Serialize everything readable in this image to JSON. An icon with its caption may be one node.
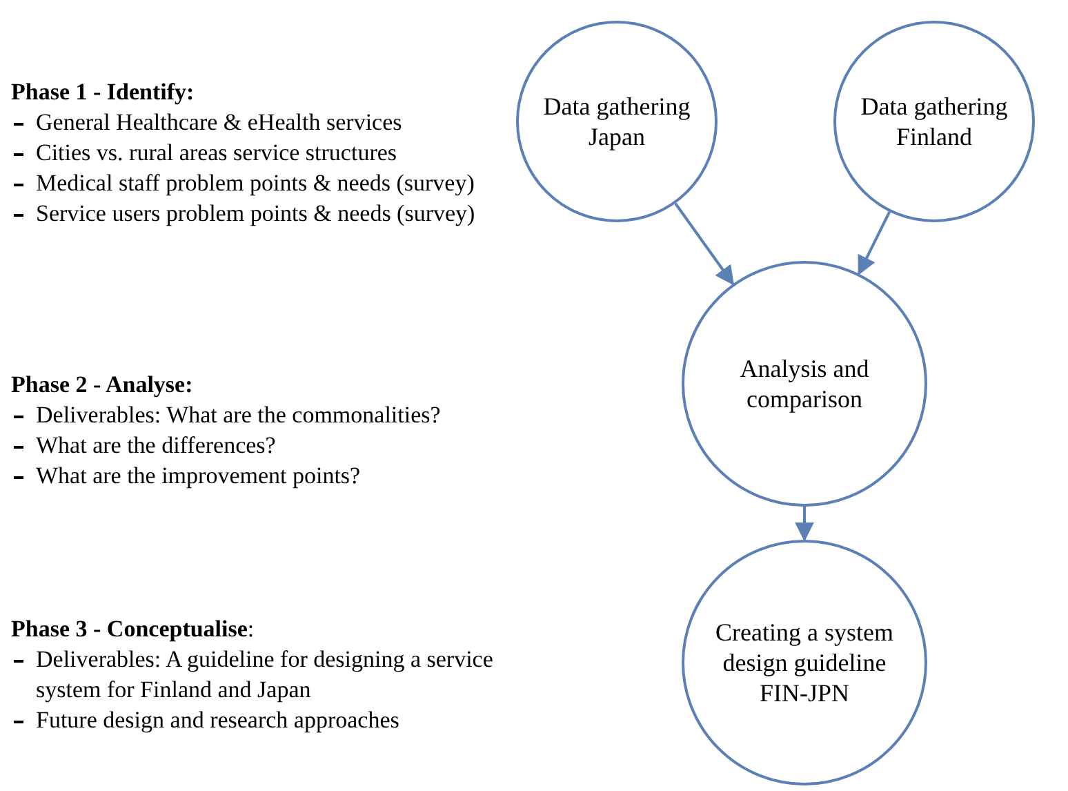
{
  "diagram": {
    "nodes": [
      {
        "text": [
          "Data gathering Japan"
        ]
      },
      {
        "text": [
          "Data gathering Finland"
        ]
      },
      {
        "text": [
          "Analysis and comparison"
        ]
      },
      {
        "text": [
          "Creating a system design guideline FIN-JPN"
        ]
      }
    ],
    "edges": [
      {
        "from": 0,
        "to": 2,
        "arrow": "to"
      },
      {
        "from": 1,
        "to": 2,
        "arrow": "to"
      },
      {
        "from": 2,
        "to": 3,
        "arrow": "to"
      }
    ],
    "labels": [
      "Phase 1 - Identify:",
      "General Healthcare & eHealth services",
      "Cities vs. rural areas service structures",
      "Medical staff problem points & needs (survey)",
      "Service users problem points & needs (survey)",
      "Phase 2 - Analyse:",
      "Deliverables: What are the commonalities?",
      "What are the differences?",
      "What are the improvement points?",
      "**Phase 3 - Conceptualise**:",
      "Deliverables: A guideline for designing a service system for Finland and Japan",
      "Future design and research approaches"
    ]
  }
}
